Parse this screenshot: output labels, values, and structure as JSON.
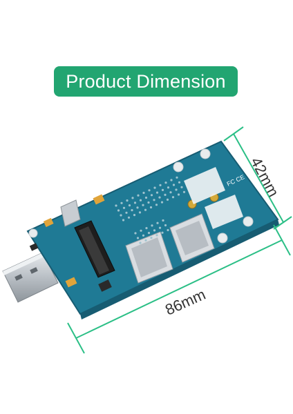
{
  "title": "Product Dimension",
  "dimensions": {
    "width_label": "86mm",
    "height_label": "42mm"
  },
  "colors": {
    "title_background": "#22a571",
    "title_text": "#ffffff",
    "dimension_line": "#2bbf86",
    "board": "#1f7a95",
    "board_dark": "#175c72",
    "usb_plug": "#c9ced3"
  },
  "board_markings": {
    "logo_text": "FC CE"
  }
}
